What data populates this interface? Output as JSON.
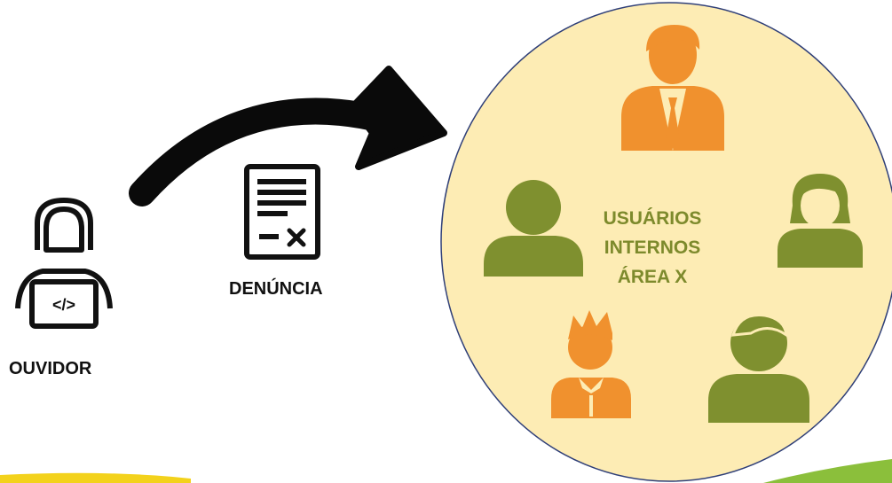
{
  "ouvidor": {
    "label": "OUVIDOR",
    "icon": "developer-laptop-icon"
  },
  "denuncia": {
    "label": "DENÚNCIA",
    "icon": "document-icon"
  },
  "group": {
    "label_lines": [
      "USUÁRIOS",
      "INTERNOS",
      "ÁREA X"
    ],
    "icons": [
      "businessman-icon",
      "user-icon",
      "woman-icon",
      "boy-icon",
      "man-icon"
    ]
  },
  "colors": {
    "circle_fill": "#fdecb4",
    "circle_stroke": "#2f3f78",
    "orange": "#f0912e",
    "olive": "#7f902f",
    "group_text": "#7d8a2c",
    "arrow": "#0a0a0a",
    "accent_yellow": "#f3d21c",
    "accent_green": "#8bbf3b"
  }
}
